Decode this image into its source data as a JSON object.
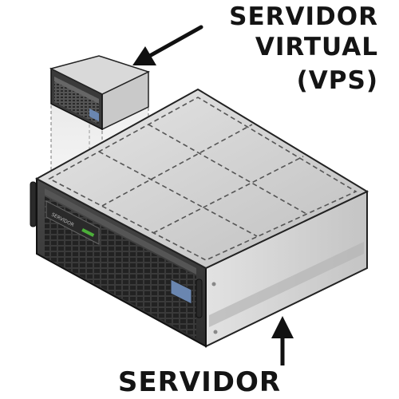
{
  "vps_label": {
    "line1": "SERVIDOR",
    "line2": "VIRTUAL",
    "line3": "(VPS)"
  },
  "server_label": "SERVIDOR",
  "server_panel_text": "SERVIDOR",
  "colors": {
    "text": "#141414",
    "server_top": "#cdcdcd",
    "server_front": "#3b3b3b",
    "server_side": "#d2d2d2",
    "partition_lines": "#555555",
    "display": "#6a86b0",
    "status_led": "#4caf3a"
  },
  "icons": {
    "vps_arrow": "arrow-up-right-icon",
    "server_arrow": "arrow-up-icon"
  }
}
